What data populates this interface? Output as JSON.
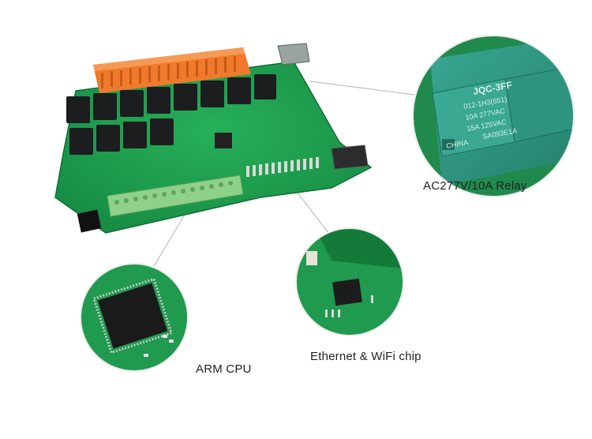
{
  "callouts": {
    "relay": {
      "label": "AC277V/10A Relay",
      "chip_text": [
        "JQC-3FF",
        "012-1H3(551)",
        "10A 277VAC",
        "15A 125VAC",
        "CHINA",
        "SA093E1A"
      ]
    },
    "ethernet": {
      "label": "Ethernet & WiFi chip"
    },
    "cpu": {
      "label": "ARM CPU"
    }
  },
  "colors": {
    "pcb": "#1f9a4e",
    "pcb_dark": "#137a3a",
    "relay_body": "#1b1d1e",
    "terminal_orange": "#f07a2c",
    "terminal_green": "#8fd08a",
    "relay_module": "#2f9b86"
  }
}
